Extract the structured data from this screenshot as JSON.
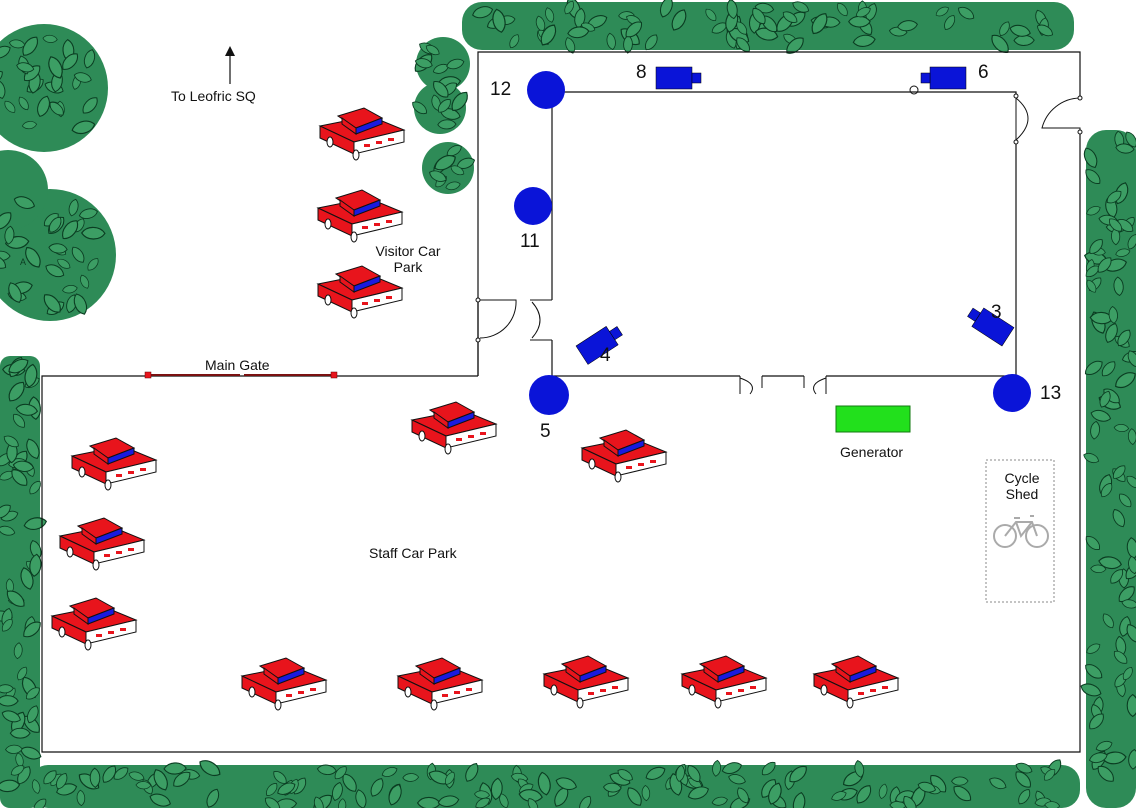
{
  "labels": {
    "leofric": "To Leofric SQ",
    "visitor_car_park": [
      "Visitor Car",
      "Park"
    ],
    "main_gate": "Main Gate",
    "staff_car_park": "Staff Car Park",
    "generator": "Generator",
    "cycle_shed": [
      "Cycle",
      "Shed"
    ]
  },
  "lights": [
    {
      "id": "light-12",
      "number": "12"
    },
    {
      "id": "light-11",
      "number": "11"
    },
    {
      "id": "light-5",
      "number": "5"
    },
    {
      "id": "light-13",
      "number": "13"
    }
  ],
  "cameras": [
    {
      "id": "camera-8",
      "number": "8"
    },
    {
      "id": "camera-6",
      "number": "6"
    },
    {
      "id": "camera-4",
      "number": "4"
    },
    {
      "id": "camera-3",
      "number": "3"
    }
  ],
  "colors": {
    "hedge": "#2e8b57",
    "hedge_stroke": "#0b3d22",
    "car_body": "#e8141c",
    "car_window": "#1a1adf",
    "device": "#0a14d8",
    "generator": "#22e01c"
  },
  "icons": [
    "hedge-icon",
    "tree-icon",
    "car-icon",
    "light-icon",
    "camera-icon",
    "bicycle-icon",
    "door-icon",
    "arrow-up-icon"
  ]
}
